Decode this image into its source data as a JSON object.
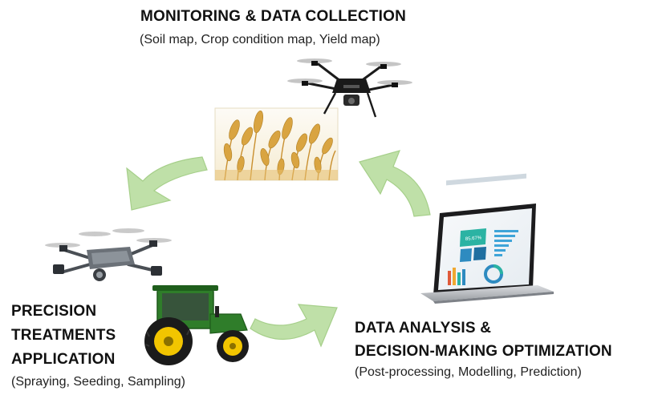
{
  "monitoring": {
    "title": "MONITORING & DATA COLLECTION",
    "subtitle": "(Soil map, Crop condition map, Yield map)"
  },
  "precision": {
    "title_line1": "PRECISION",
    "title_line2": "TREATMENTS",
    "title_line3": "APPLICATION",
    "subtitle": "(Spraying, Seeding, Sampling)"
  },
  "analysis": {
    "title_line1": "DATA ANALYSIS &",
    "title_line2": "DECISION-MAKING OPTIMIZATION",
    "subtitle": "(Post-processing, Modelling, Prediction)"
  },
  "screen": {
    "kpi_value": "85.67%"
  },
  "colors": {
    "arrow": "#bfe0a8",
    "arrow_stroke": "#a6cf8a",
    "wheat": "#d9a441",
    "tractor_green": "#2f7d2a",
    "tractor_yellow": "#f2c500",
    "screen_accent": "#2bb3a3"
  },
  "icons": [
    "cycle-arrow-icon",
    "quadcopter-drone-icon",
    "wheat-field-image",
    "foldable-drone-icon",
    "tractor-icon",
    "laptop-dashboard-icon"
  ]
}
